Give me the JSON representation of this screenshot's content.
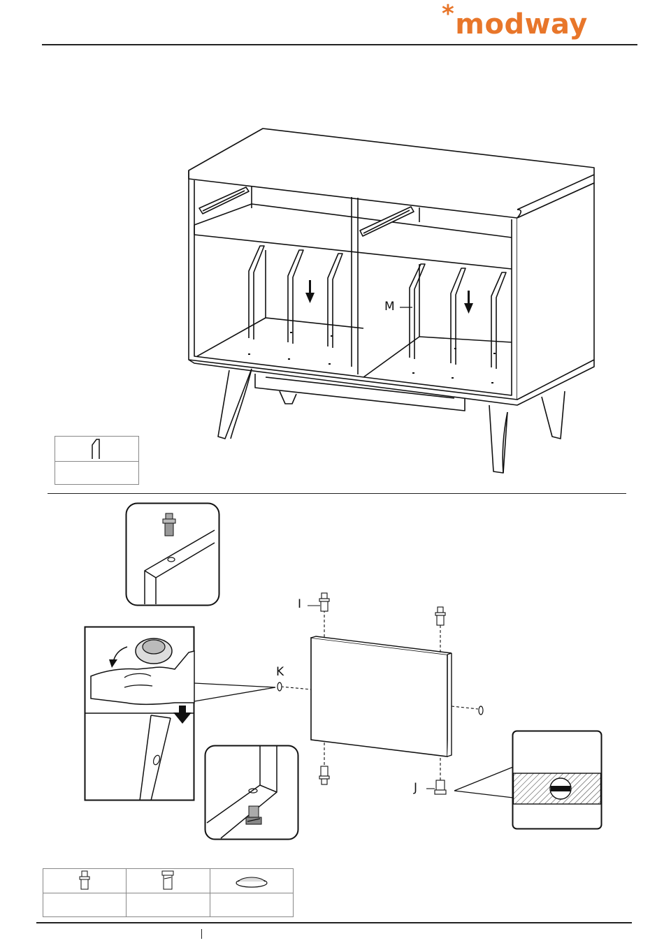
{
  "brand": {
    "name": "modway",
    "color": "#e8762a"
  },
  "labels": {
    "divider": "M",
    "pin_top": "I",
    "cam_lock": "K",
    "pin_bottom": "J"
  },
  "parts_legend_top": {
    "icon": "divider-icon",
    "quantity": ""
  },
  "parts_legend_bottom": [
    {
      "icon": "shelf-pin-icon",
      "quantity": ""
    },
    {
      "icon": "leveler-pin-icon",
      "quantity": ""
    },
    {
      "icon": "cam-cap-icon",
      "quantity": ""
    }
  ]
}
